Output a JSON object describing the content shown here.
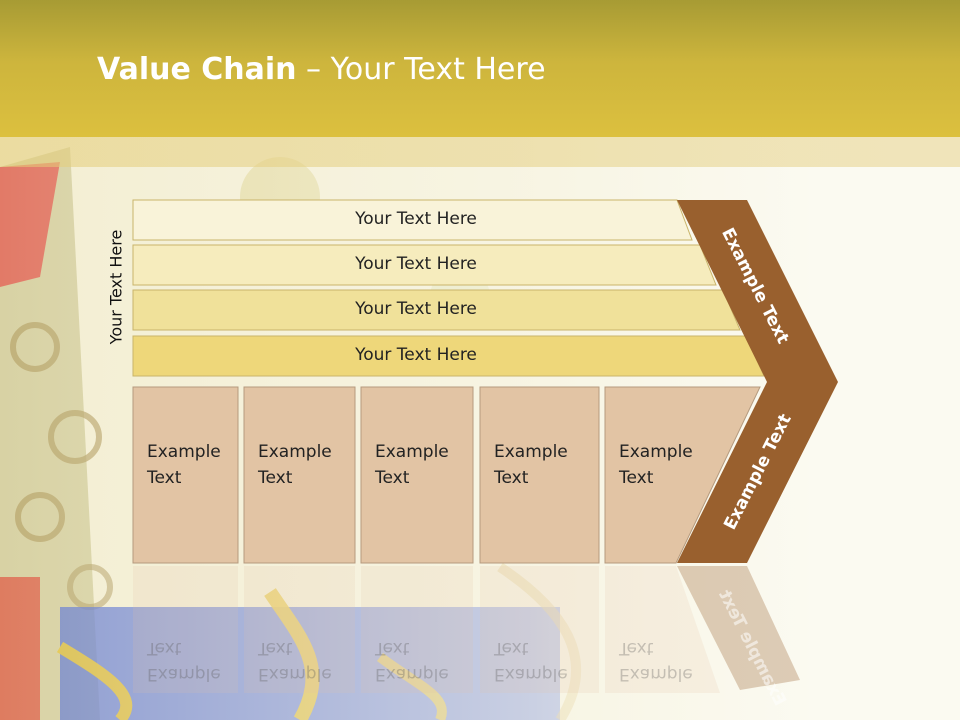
{
  "slide": {
    "title_bold": "Value Chain",
    "title_rest": " – Your Text Here",
    "side_label": "Your Text Here"
  },
  "support_bars": [
    {
      "label": "Your Text Here",
      "color": "#f9f3d9"
    },
    {
      "label": "Your Text Here",
      "color": "#f6ecbd"
    },
    {
      "label": "Your Text Here",
      "color": "#f0e19a"
    },
    {
      "label": "Your Text Here",
      "color": "#eed77a"
    }
  ],
  "primary_activities": [
    {
      "line1": "Example",
      "line2": "Text"
    },
    {
      "line1": "Example",
      "line2": "Text"
    },
    {
      "line1": "Example",
      "line2": "Text"
    },
    {
      "line1": "Example",
      "line2": "Text"
    },
    {
      "line1": "Example",
      "line2": "Text"
    }
  ],
  "margin": {
    "upper_label": "Example Text",
    "lower_label": "Example Text",
    "color": "#99602e"
  },
  "colors": {
    "header": "#cdb53d",
    "cell_fill": "#e2c4a4",
    "cell_border": "#b59a7e"
  }
}
